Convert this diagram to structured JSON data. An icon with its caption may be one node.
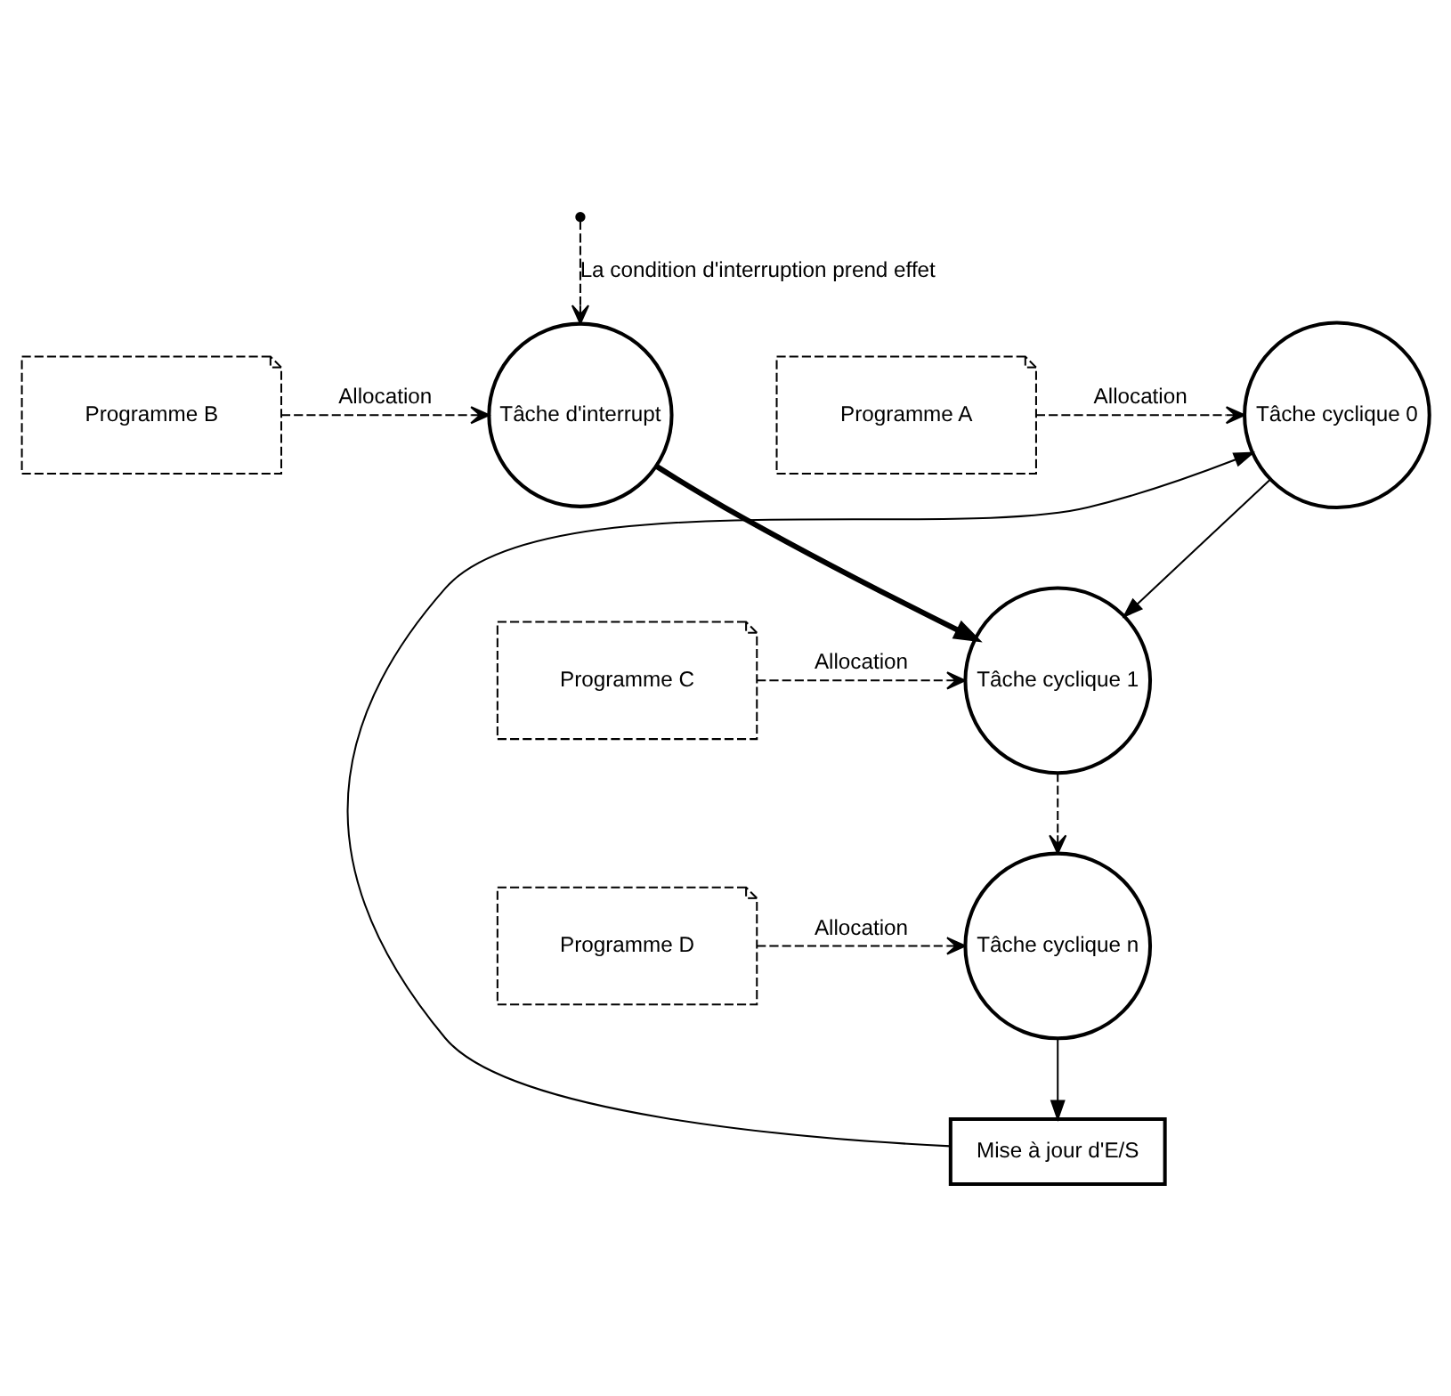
{
  "diagram": {
    "nodes": [
      {
        "text": [
          "Tâche cyclique 0"
        ]
      },
      {
        "text": [
          "Tâche d'interrupt"
        ]
      },
      {
        "text": [
          "Tâche cyclique 1"
        ]
      },
      {
        "text": [
          "Tâche cyclique n"
        ]
      },
      {
        "text": [
          "Mise à jour d'E/S"
        ]
      },
      {
        "text": [
          "Programme A"
        ]
      },
      {
        "text": [
          "Programme B"
        ]
      },
      {
        "text": [
          "Programme C"
        ]
      },
      {
        "text": [
          "Programme D"
        ]
      }
    ],
    "edges": [
      {
        "from": 4,
        "to": 0,
        "arrow": "to"
      },
      {
        "from": 0,
        "to": 2,
        "arrow": "to"
      },
      {
        "from": null,
        "to": 1,
        "arrow": "to",
        "style": "dashed",
        "label": "La condition d'interruption prend effet"
      },
      {
        "from": 1,
        "to": 2,
        "arrow": "to",
        "style": "thick"
      },
      {
        "from": 2,
        "to": 3,
        "arrow": "to",
        "style": "dashed"
      },
      {
        "from": 3,
        "to": 4,
        "arrow": "to"
      },
      {
        "from": 5,
        "to": 0,
        "arrow": "to",
        "style": "dashed",
        "label": "Allocation"
      },
      {
        "from": 6,
        "to": 1,
        "arrow": "to",
        "style": "dashed",
        "label": "Allocation"
      },
      {
        "from": 7,
        "to": 2,
        "arrow": "to",
        "style": "dashed",
        "label": "Allocation"
      },
      {
        "from": 8,
        "to": 3,
        "arrow": "to",
        "style": "dashed",
        "label": "Allocation"
      }
    ]
  }
}
